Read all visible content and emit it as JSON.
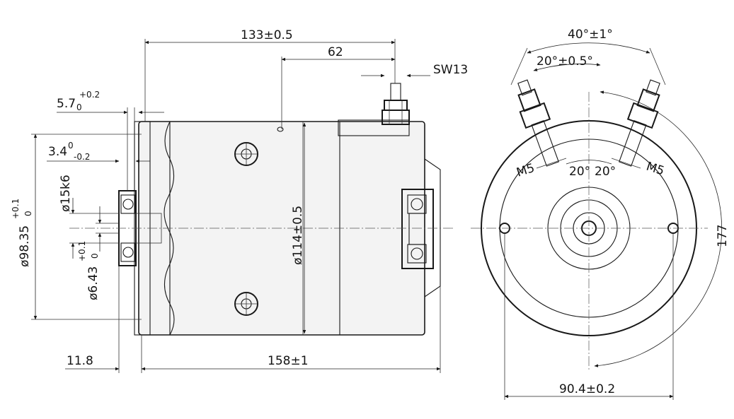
{
  "side_view": {
    "dims": {
      "overall_length": "133±0.5",
      "terminal_offset": "62",
      "wrench": "SW13",
      "step": "5.7",
      "step_tol_plus": "+0.2",
      "step_tol_zero": "0",
      "bearing_width": "3.4",
      "bearing_tol_zero": "0",
      "bearing_tol_minus": "-0.2",
      "shaft_dia": "ø15k6",
      "pilot_dia": "ø98.35",
      "pilot_tol_plus": "+0.1",
      "pilot_tol_zero": "0",
      "bore_dia": "ø6.43",
      "bore_tol_plus": "+0.1",
      "bore_tol_zero": "0",
      "body_dia": "ø114±0.5",
      "flange_offset": "11.8",
      "body_length": "158±1"
    }
  },
  "end_view": {
    "dims": {
      "angle_outer": "40°±1°",
      "angle_inner": "20°±0.5°",
      "thread_left": "M5",
      "thread_right": "M5",
      "angle_left": "20°",
      "angle_right": "20°",
      "radius": "177",
      "hole_spacing": "90.4±0.2"
    }
  }
}
